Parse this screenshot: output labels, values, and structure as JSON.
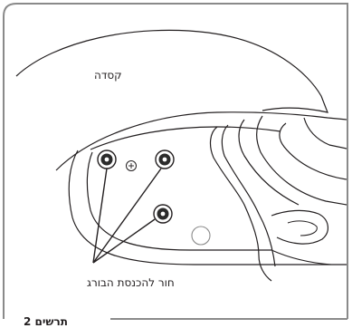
{
  "figure": {
    "caption": "תרשים 2",
    "label_helmet": "קסדה",
    "label_hole": "חור להכנסת הבורג"
  },
  "palette": {
    "frame": "#8a8a8a",
    "line": "#231f20",
    "screw_fill": "#2b2b2b"
  }
}
